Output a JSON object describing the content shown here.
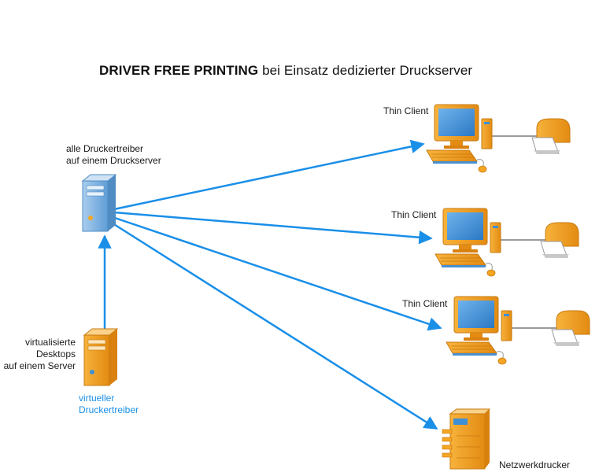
{
  "title": {
    "bold": "DRIVER FREE PRINTING",
    "rest": " bei Einsatz dedizierter Druckserver"
  },
  "print_server": {
    "label_line1": "alle Druckertreiber",
    "label_line2": "auf einem Druckserver"
  },
  "virtual_desktop_server": {
    "label_line1": "virtualisierte",
    "label_line2": "Desktops",
    "label_line3": "auf einem Server",
    "driver_line1": "virtueller",
    "driver_line2": "Druckertreiber"
  },
  "thin_clients": [
    {
      "label": "Thin Client"
    },
    {
      "label": "Thin Client"
    },
    {
      "label": "Thin Client"
    }
  ],
  "network_printer": {
    "label": "Netzwerkdrucker"
  },
  "colors": {
    "arrow": "#1a8fe8",
    "device_orange": "#f5a623",
    "device_dark": "#d9800e",
    "server_blue": "#7fb3e0",
    "screen": "#3f8fd6"
  }
}
